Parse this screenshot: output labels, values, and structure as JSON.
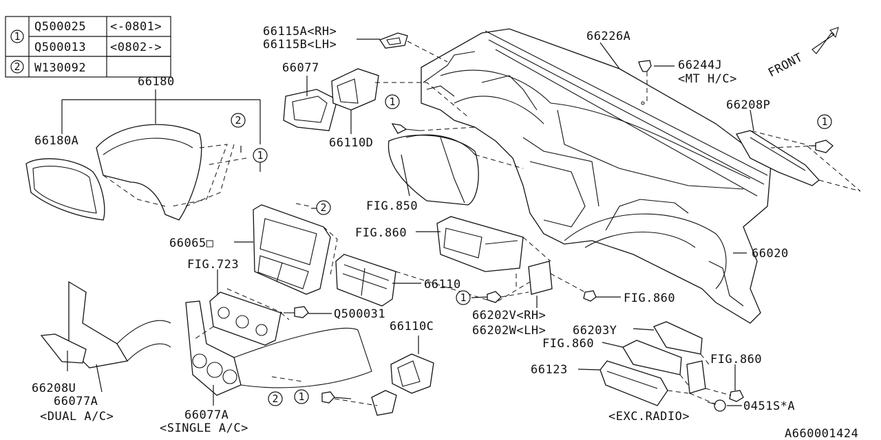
{
  "legend_table": {
    "marker1": "1",
    "marker2": "2",
    "rows": [
      {
        "part": "Q500025",
        "range": "<-0801>"
      },
      {
        "part": "Q500013",
        "range": "<0802->"
      },
      {
        "part": "W130092",
        "range": ""
      }
    ]
  },
  "callouts": {
    "c1": "1",
    "c2": "2"
  },
  "labels": {
    "p66115A": "66115A<RH>",
    "p66115B": "66115B<LH>",
    "p66226A": "66226A",
    "p66244J": "66244J",
    "mt_hc": "<MT H/C>",
    "front": "FRONT",
    "p66077": "66077",
    "p66180": "66180",
    "p66180A": "66180A",
    "p66110D": "66110D",
    "p66208P": "66208P",
    "fig850": "FIG.850",
    "fig860_a": "FIG.860",
    "p66065": "66065□",
    "fig723": "FIG.723",
    "p66110": "66110",
    "p66020": "66020",
    "q500031": "Q500031",
    "fig860_b": "FIG.860",
    "p66110C": "66110C",
    "p66202V": "66202V<RH>",
    "p66202W": "66202W<LH>",
    "p66203Y": "66203Y",
    "fig860_c": "FIG.860",
    "p66123": "66123",
    "fig860_d": "FIG.860",
    "p66208U": "66208U",
    "p66077A_1": "66077A",
    "dual_ac": "<DUAL A/C>",
    "p66077A_2": "66077A",
    "single_ac": "<SINGLE A/C>",
    "exc_radio": "<EXC.RADIO>",
    "p0451S": "0451S*A",
    "diagram_id": "A660001424"
  }
}
